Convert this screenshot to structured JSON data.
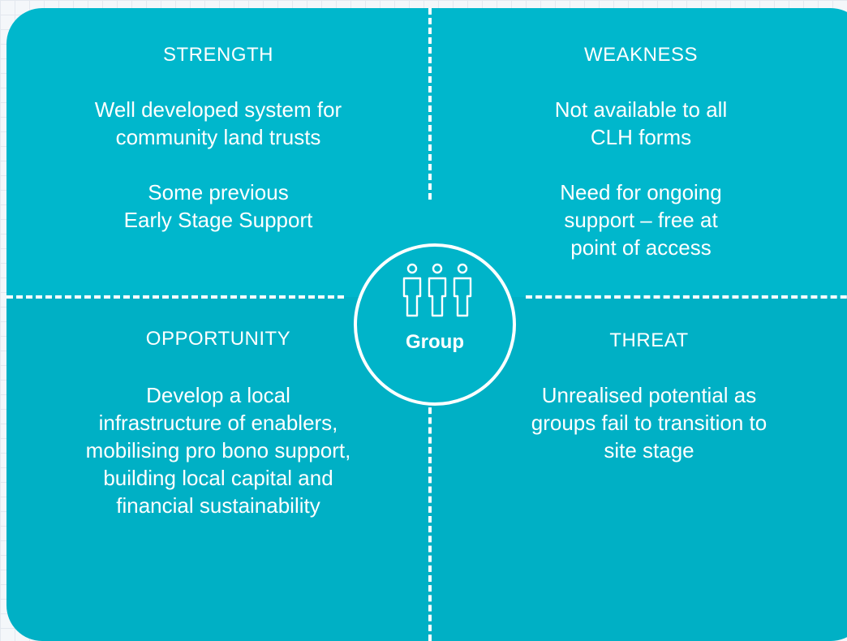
{
  "colors": {
    "quadrant_top": "#00b7cc",
    "quadrant_bottom": "#00b0c5",
    "divider": "#ffffff",
    "text": "#ffffff"
  },
  "center": {
    "icon": "people-group-icon",
    "label": "Group"
  },
  "quadrants": {
    "strength": {
      "title": "STRENGTH",
      "points": [
        "Well developed system for\ncommunity land trusts",
        "Some previous\nEarly Stage Support"
      ]
    },
    "weakness": {
      "title": "WEAKNESS",
      "points": [
        "Not available to all\nCLH forms",
        "Need for ongoing\nsupport – free at\npoint of access"
      ]
    },
    "opportunity": {
      "title": "OPPORTUNITY",
      "points": [
        "Develop a local\ninfrastructure of enablers,\nmobilising pro bono support,\nbuilding local capital and\nfinancial sustainability"
      ]
    },
    "threat": {
      "title": "THREAT",
      "points": [
        "Unrealised potential as\ngroups fail to transition to\nsite stage"
      ]
    }
  }
}
